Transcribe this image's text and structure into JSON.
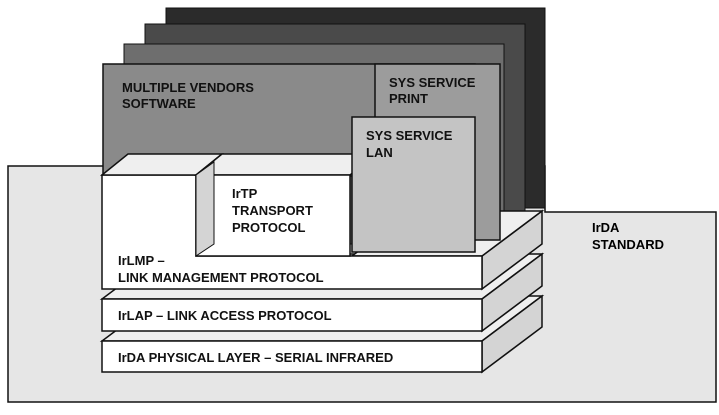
{
  "diagram": {
    "background_label": {
      "line1": "IrDA",
      "line2": "STANDARD"
    },
    "vendor_software": {
      "line1": "MULTIPLE VENDORS",
      "line2": "SOFTWARE"
    },
    "sys_service_print": {
      "line1": "SYS SERVICE",
      "line2": "PRINT"
    },
    "sys_service_lan": {
      "line1": "SYS SERVICE",
      "line2": "LAN"
    },
    "irtp": {
      "line1": "IrTP",
      "line2": "TRANSPORT",
      "line3": "PROTOCOL"
    },
    "irlmp": {
      "line1": "IrLMP –",
      "line2": "LINK MANAGEMENT PROTOCOL"
    },
    "irlap": {
      "label": "IrLAP – LINK ACCESS PROTOCOL"
    },
    "physical": {
      "label": "IrDA PHYSICAL LAYER – SERIAL INFRARED"
    }
  },
  "colors": {
    "standard_bg": "#e6e6e6",
    "layer_face": "#ffffff",
    "layer_side": "#d4d4d4",
    "layer_top": "#efefef",
    "back_panel_1": "#2b2b2b",
    "back_panel_2": "#4a4a4a",
    "back_panel_3": "#6e6e6e",
    "vendor_software": "#8a8a8a",
    "sys_print": "#9c9c9c",
    "sys_lan": "#c4c4c4",
    "stroke": "#111111"
  }
}
